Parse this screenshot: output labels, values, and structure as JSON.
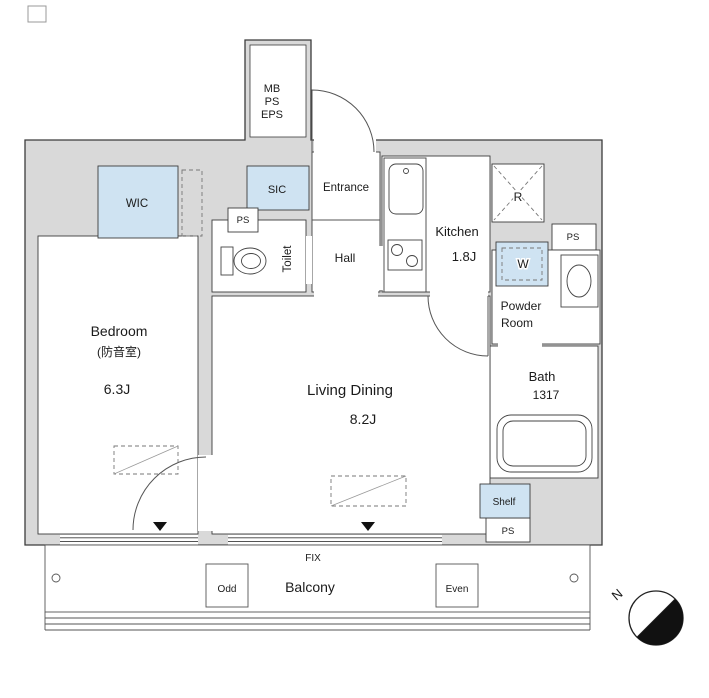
{
  "labels": {
    "mb": "MB",
    "ps_shaft": "PS",
    "eps": "EPS",
    "wic": "WIC",
    "sic": "SIC",
    "ps_entry": "PS",
    "entrance": "Entrance",
    "toilet": "Toilet",
    "hall": "Hall",
    "kitchen": "Kitchen",
    "kitchen_size": "1.8J",
    "fridge": "R",
    "ps_right": "PS",
    "washer": "W",
    "powder_line1": "Powder",
    "powder_line2": "Room",
    "bath": "Bath",
    "bath_size": "1317",
    "bedroom": "Bedroom",
    "bedroom_note": "(防音室)",
    "bedroom_size": "6.3J",
    "living": "Living Dining",
    "living_size": "8.2J",
    "shelf": "Shelf",
    "ps_bottom": "PS",
    "fix": "FIX",
    "balcony": "Balcony",
    "odd": "Odd",
    "even": "Even",
    "north": "N"
  },
  "colors": {
    "accent_blue": "#cfe3f2",
    "wall_gray": "#d9d9d9",
    "line": "#3c3c3c"
  }
}
